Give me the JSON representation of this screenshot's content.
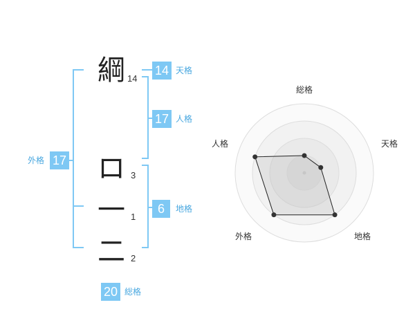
{
  "name": {
    "characters": [
      {
        "char": "綱",
        "strokes": "14"
      },
      {
        "char": "ロ",
        "strokes": "3"
      },
      {
        "char": "一",
        "strokes": "1"
      },
      {
        "char": "二",
        "strokes": "2"
      }
    ]
  },
  "scores": {
    "tenkaku": {
      "value": "14",
      "label": "天格"
    },
    "jinkaku": {
      "value": "17",
      "label": "人格"
    },
    "chikaku": {
      "value": "6",
      "label": "地格"
    },
    "gaikaku": {
      "value": "17",
      "label": "外格"
    },
    "soukaku": {
      "value": "20",
      "label": "総格"
    }
  },
  "colors": {
    "accent": "#7ec8f4",
    "accent_text": "#4aa8e0"
  },
  "chart_data": {
    "type": "radar",
    "axes": [
      "総格",
      "天格",
      "地格",
      "外格",
      "人格"
    ],
    "levels": 4,
    "values": [
      1,
      1,
      3,
      3,
      3
    ],
    "max": 4
  }
}
